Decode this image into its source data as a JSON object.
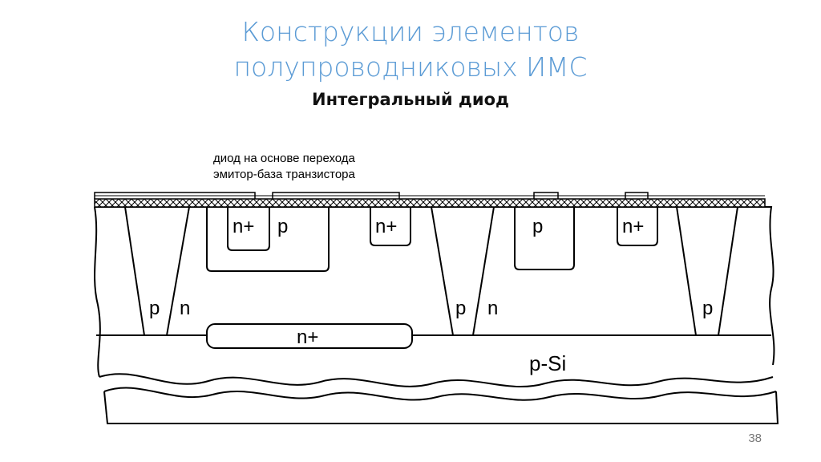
{
  "title_line1": "Конструкции элементов",
  "title_line2": "полупроводниковых ИМС",
  "subtitle": "Интегральный диод",
  "annotation_line1": "диод на основе перехода",
  "annotation_line2": "эмитор-база транзистора",
  "labels": {
    "n_plus": "n+",
    "p": "p",
    "n": "n",
    "p_si": "p-Si"
  },
  "page_number": "38"
}
